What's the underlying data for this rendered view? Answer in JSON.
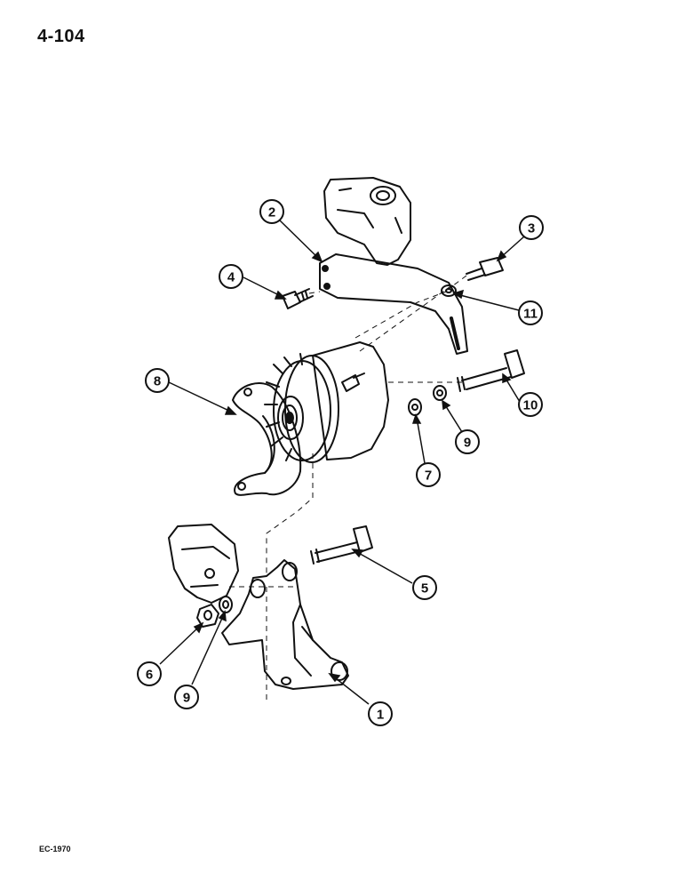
{
  "page": {
    "number": "4-104",
    "figure_code": "EC-1970"
  },
  "callouts": {
    "c1": "1",
    "c2": "2",
    "c3": "3",
    "c4": "4",
    "c5": "5",
    "c6": "6",
    "c7": "7",
    "c8": "8",
    "c9a": "9",
    "c9b": "9",
    "c10": "10",
    "c11": "11"
  },
  "colors": {
    "ink": "#111111",
    "paper": "#ffffff"
  }
}
